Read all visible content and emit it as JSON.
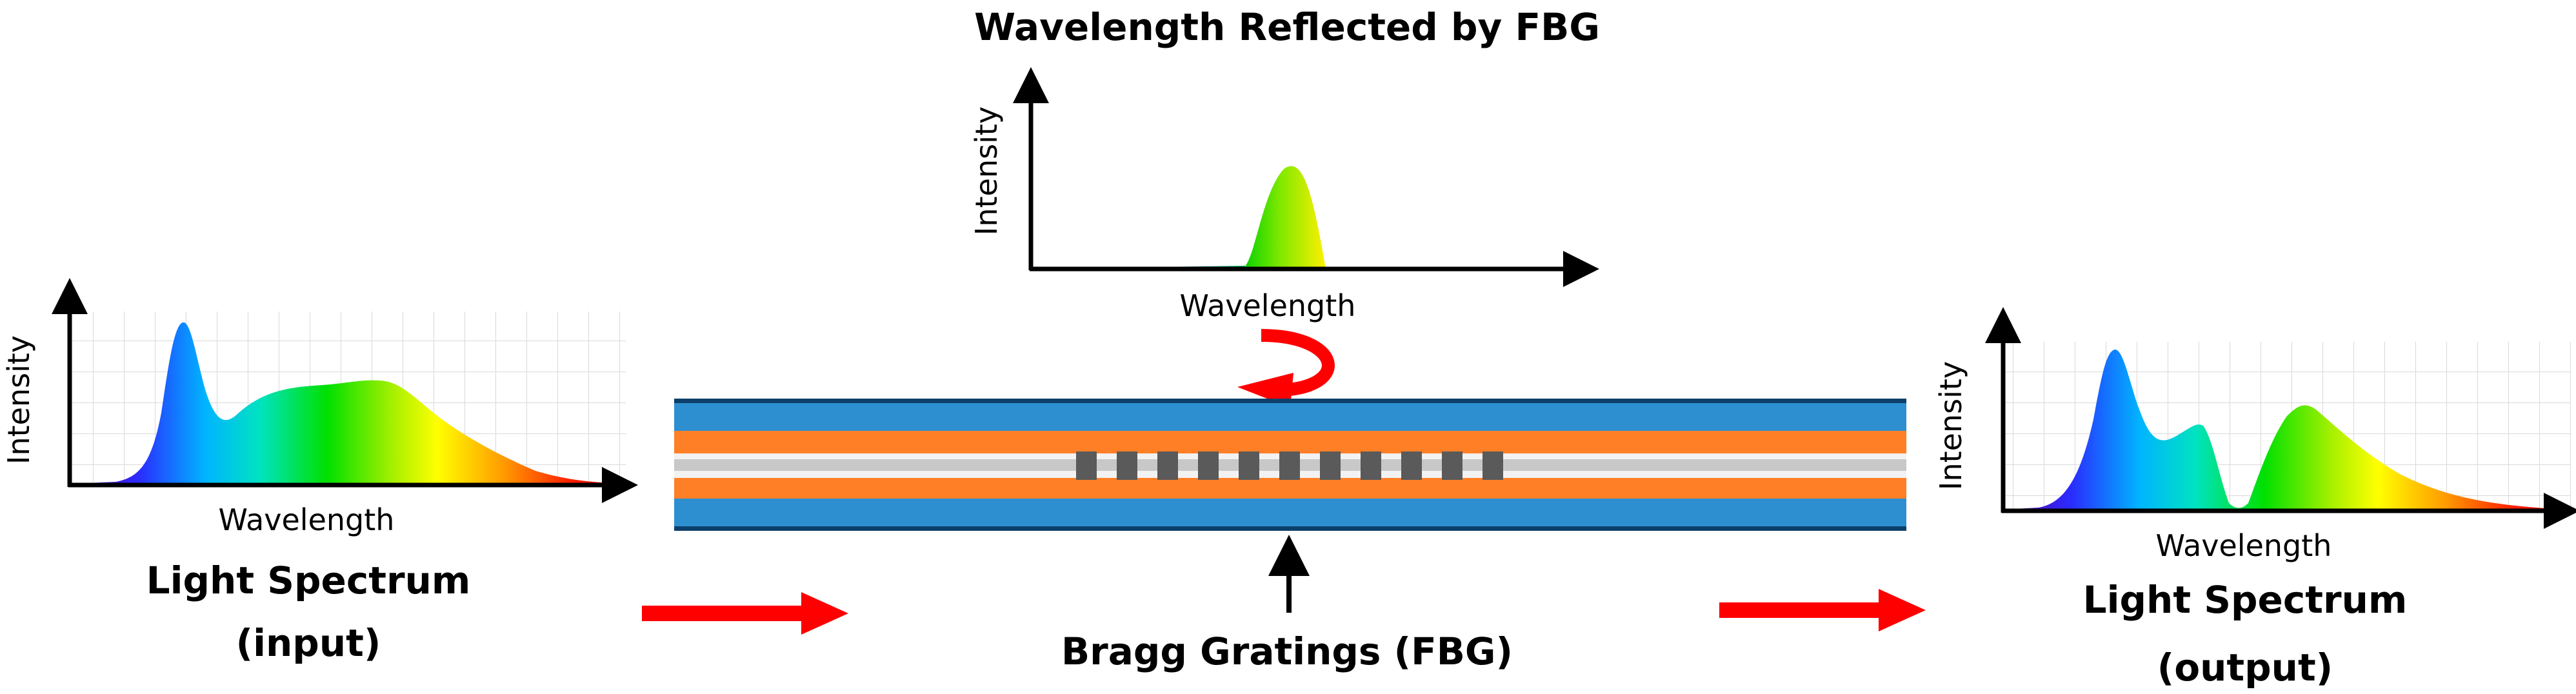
{
  "reflected_chart": {
    "title": "Wavelength Reflected by FBG",
    "ylabel": "Intensity",
    "xlabel": "Wavelength"
  },
  "input_chart": {
    "ylabel": "Intensity",
    "xlabel": "Wavelength",
    "caption_line1": "Light Spectrum",
    "caption_line2": "(input)"
  },
  "output_chart": {
    "ylabel": "Intensity",
    "xlabel": "Wavelength",
    "caption_line1": "Light Spectrum",
    "caption_line2": "(output)"
  },
  "fiber": {
    "label": "Bragg Gratings (FBG)",
    "grating_count": 11
  },
  "colors": {
    "arrow_red": "#ff0000",
    "cladding_blue": "#2e8fd0",
    "cladding_edge": "#0c3f6b",
    "buffer_orange": "#ff7f27",
    "core_gray": "#c8c8c8",
    "grating_dark": "#5a5a5a"
  }
}
